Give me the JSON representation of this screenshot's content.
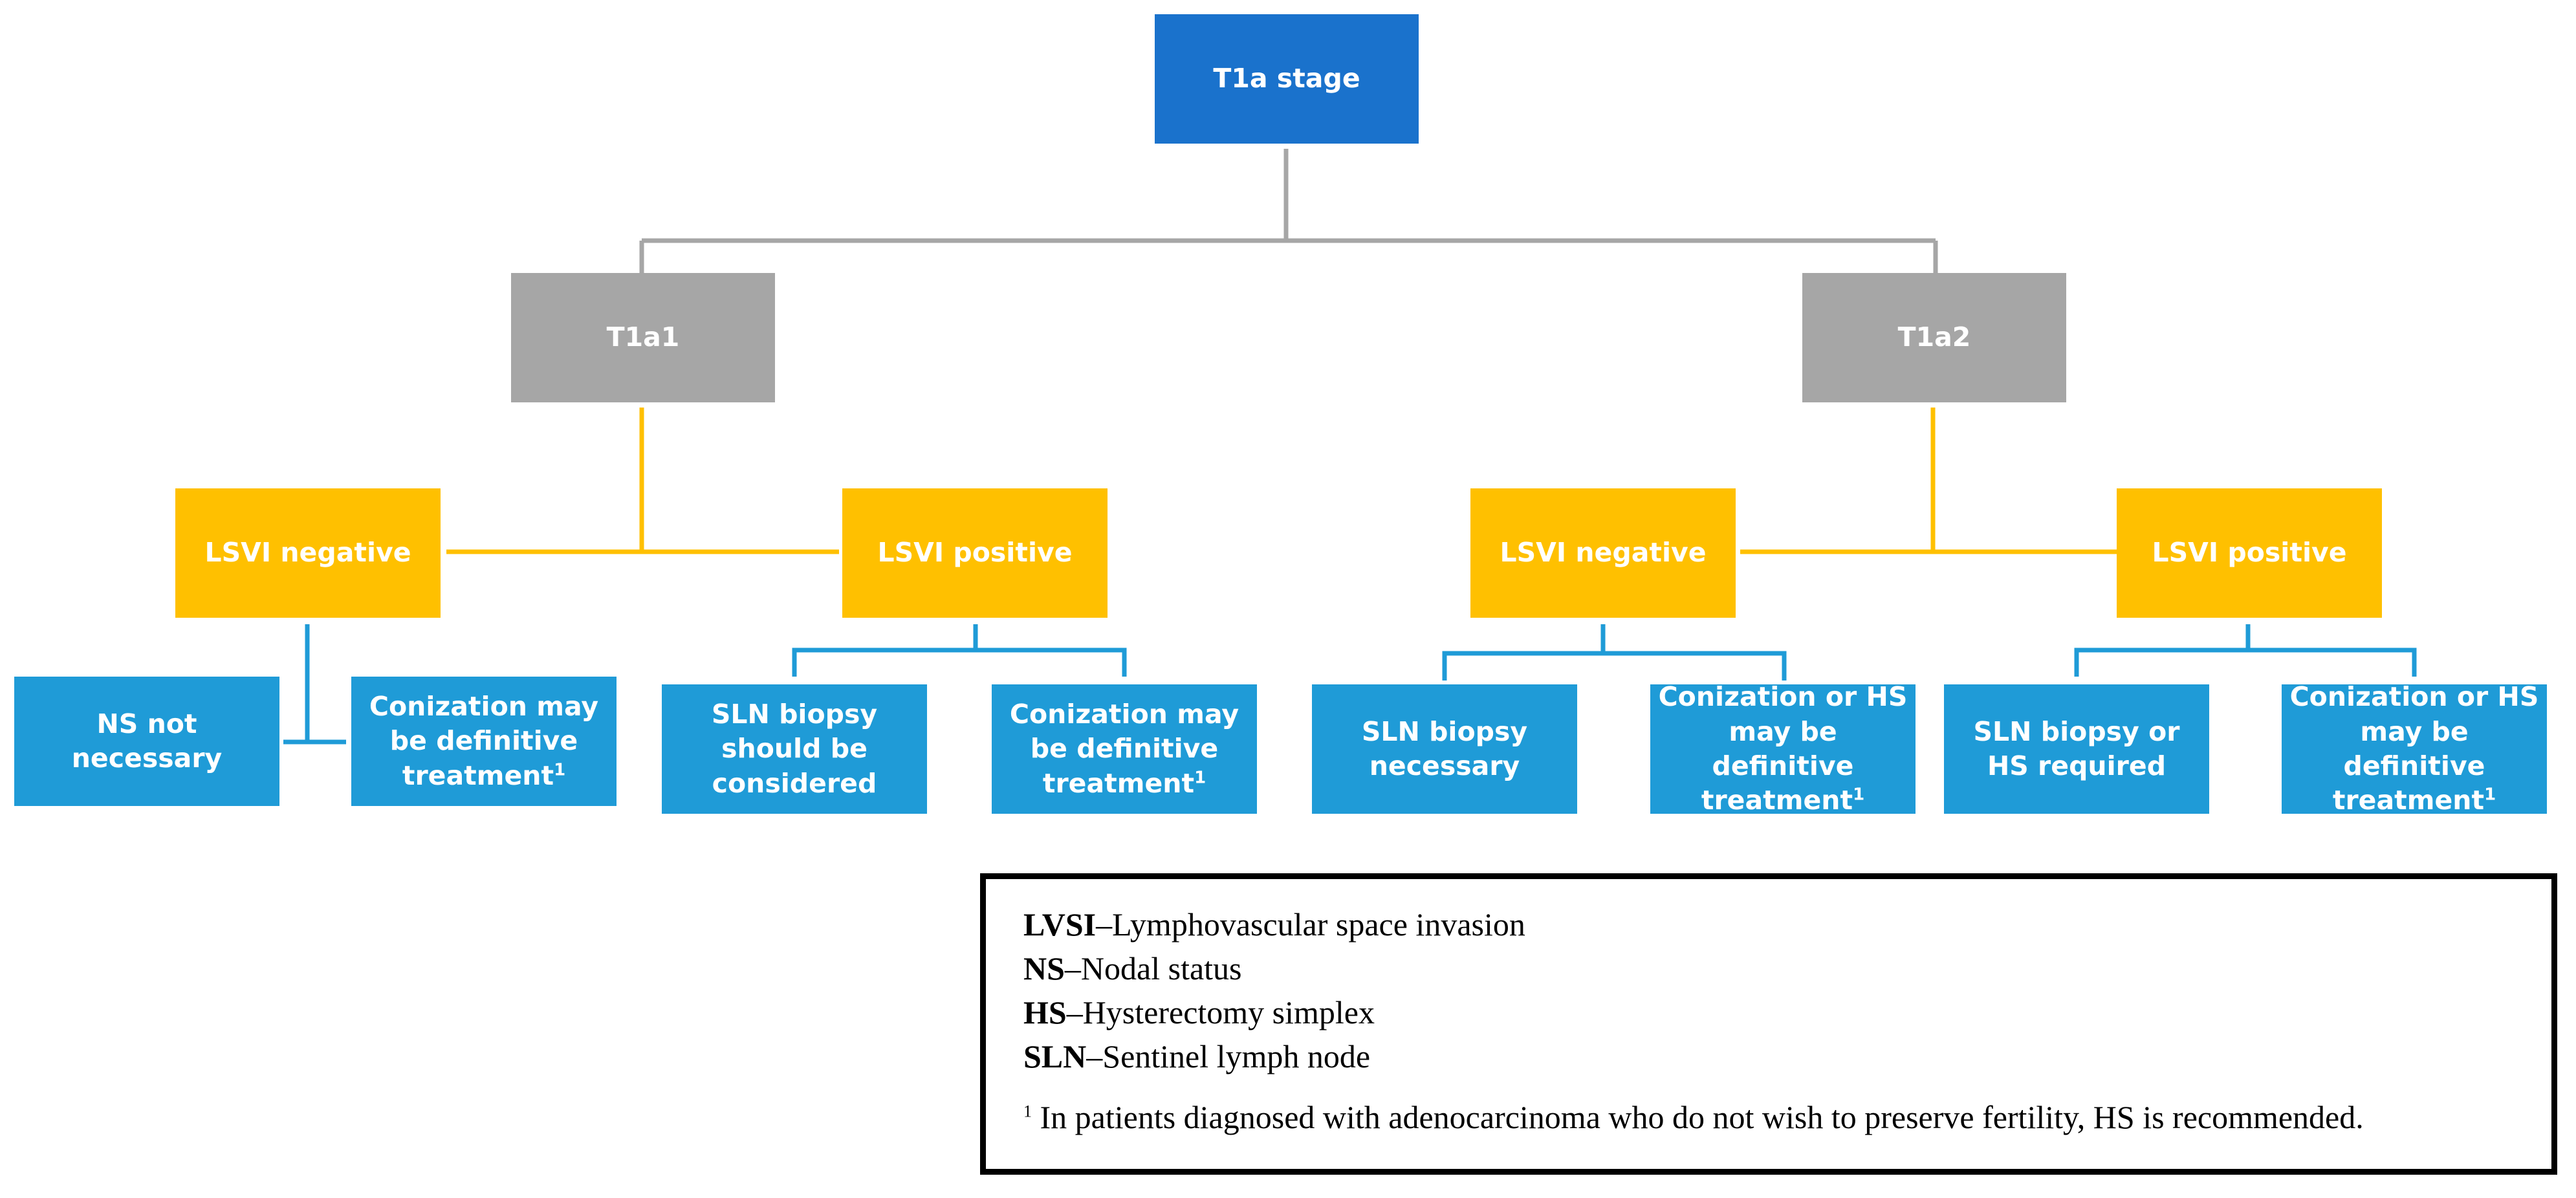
{
  "nodes": {
    "root": "T1a stage",
    "t1a1": "T1a1",
    "t1a2": "T1a2",
    "t1a1_lsvi_neg": "LSVI negative",
    "t1a1_lsvi_pos": "LSVI positive",
    "t1a2_lsvi_neg": "LSVI negative",
    "t1a2_lsvi_pos": "LSVI positive",
    "ns_not_necessary": "NS not necessary",
    "conization_1": "Conization may be definitive treatment",
    "sln_should_consider": "SLN biopsy should be considered",
    "conization_2": "Conization may be definitive treatment",
    "sln_necessary": "SLN biopsy necessary",
    "conization_hs_1": "Conization or HS may be definitive treatment",
    "sln_or_hs_required": "SLN biopsy or HS required",
    "conization_hs_2": "Conization or HS may be definitive treatment",
    "footnote_mark": "1"
  },
  "legend": {
    "items": [
      {
        "abbr": "LVSI",
        "sep": "–",
        "text": "Lymphovascular space invasion"
      },
      {
        "abbr": "NS",
        "sep": "–",
        "text": "Nodal status"
      },
      {
        "abbr": "HS",
        "sep": "–",
        "text": "Hysterectomy simplex"
      },
      {
        "abbr": "SLN",
        "sep": "–",
        "text": "Sentinel lymph node"
      }
    ],
    "footnote_mark": "1",
    "footnote": "In patients diagnosed with adenocarcinoma who do not wish to preserve fertility, HS is recommended."
  },
  "colors": {
    "root": "#1a72cc",
    "level1": "#a6a6a6",
    "level2": "#ffc000",
    "leaf": "#1f9bd7",
    "root_connector": "#a6a6a6",
    "level1_connector": "#ffc000",
    "leaf_connector": "#1f9bd7"
  }
}
